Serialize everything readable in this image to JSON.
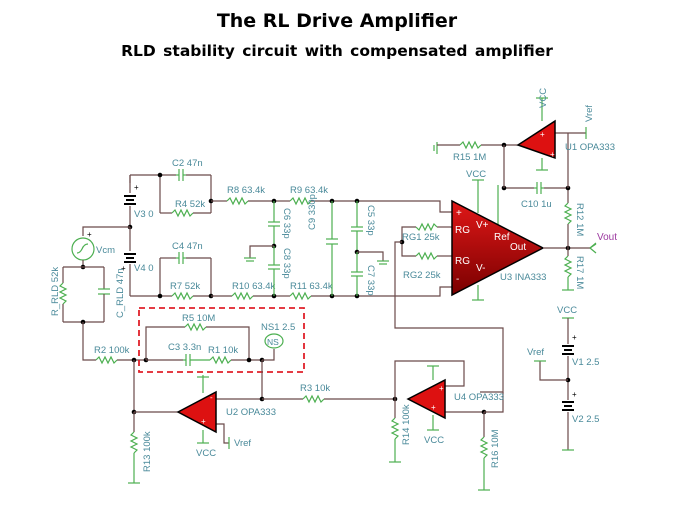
{
  "slide": {
    "title": "The RL Drive Amplifier",
    "subtitle": "RLD stability  circuit  with compensated amplifier"
  },
  "colors": {
    "wire": "#6b4a4a",
    "component": "#4caf50",
    "label": "#4a8a9a",
    "opamp_fill": "#dd1111",
    "highlight_box": "#e0202a",
    "output_net": "#9c3aa0"
  },
  "components": {
    "C2": "C2 47n",
    "R4": "R4 52k",
    "R8": "R8 63.4k",
    "R9": "R9 63.4k",
    "C6": "C6 33p",
    "C8": "C8 33p",
    "C9": "C9 330p",
    "C5": "C5 33p",
    "C7": "C7 33p",
    "C4": "C4 47n",
    "R7": "R7 52k",
    "R10": "R10 63.4k",
    "R11": "R11 63.4k",
    "V3": "V3 0",
    "V4": "V4 0",
    "Vcm": "Vcm",
    "R_RLD": "R_RLD 52k",
    "C_RLD": "C_RLD 47n",
    "R2": "R2 100k",
    "R5": "R5 10M",
    "C3": "C3 3.3n",
    "R1": "R1 10k",
    "NS1": "NS1 2.5",
    "NS": "NS",
    "R3": "R3 10k",
    "R13": "R13 100k",
    "R14": "R14 100k",
    "R16": "R16 10M",
    "R15": "R15 1M",
    "C10": "C10 1u",
    "R12": "R12 1M",
    "R17": "R17 1M",
    "RG1": "RG1 25k",
    "RG2": "RG2 25k",
    "V1": "V1 2.5",
    "V2": "V2 2.5",
    "U1": "U1 OPA333",
    "U2": "U2 OPA333",
    "U3": "U3 INA333",
    "U4": "U4 OPA333"
  },
  "nets": {
    "vcc": "VCC",
    "vref": "Vref",
    "vout": "Vout"
  },
  "ina_pins": {
    "plus": "+",
    "minus": "-",
    "rg": "RG",
    "vplus": "V+",
    "vminus": "V-",
    "ref": "Ref",
    "out": "Out"
  },
  "opamp_pins": {
    "plus": "+",
    "minus": "-"
  },
  "battery_pol": "+"
}
